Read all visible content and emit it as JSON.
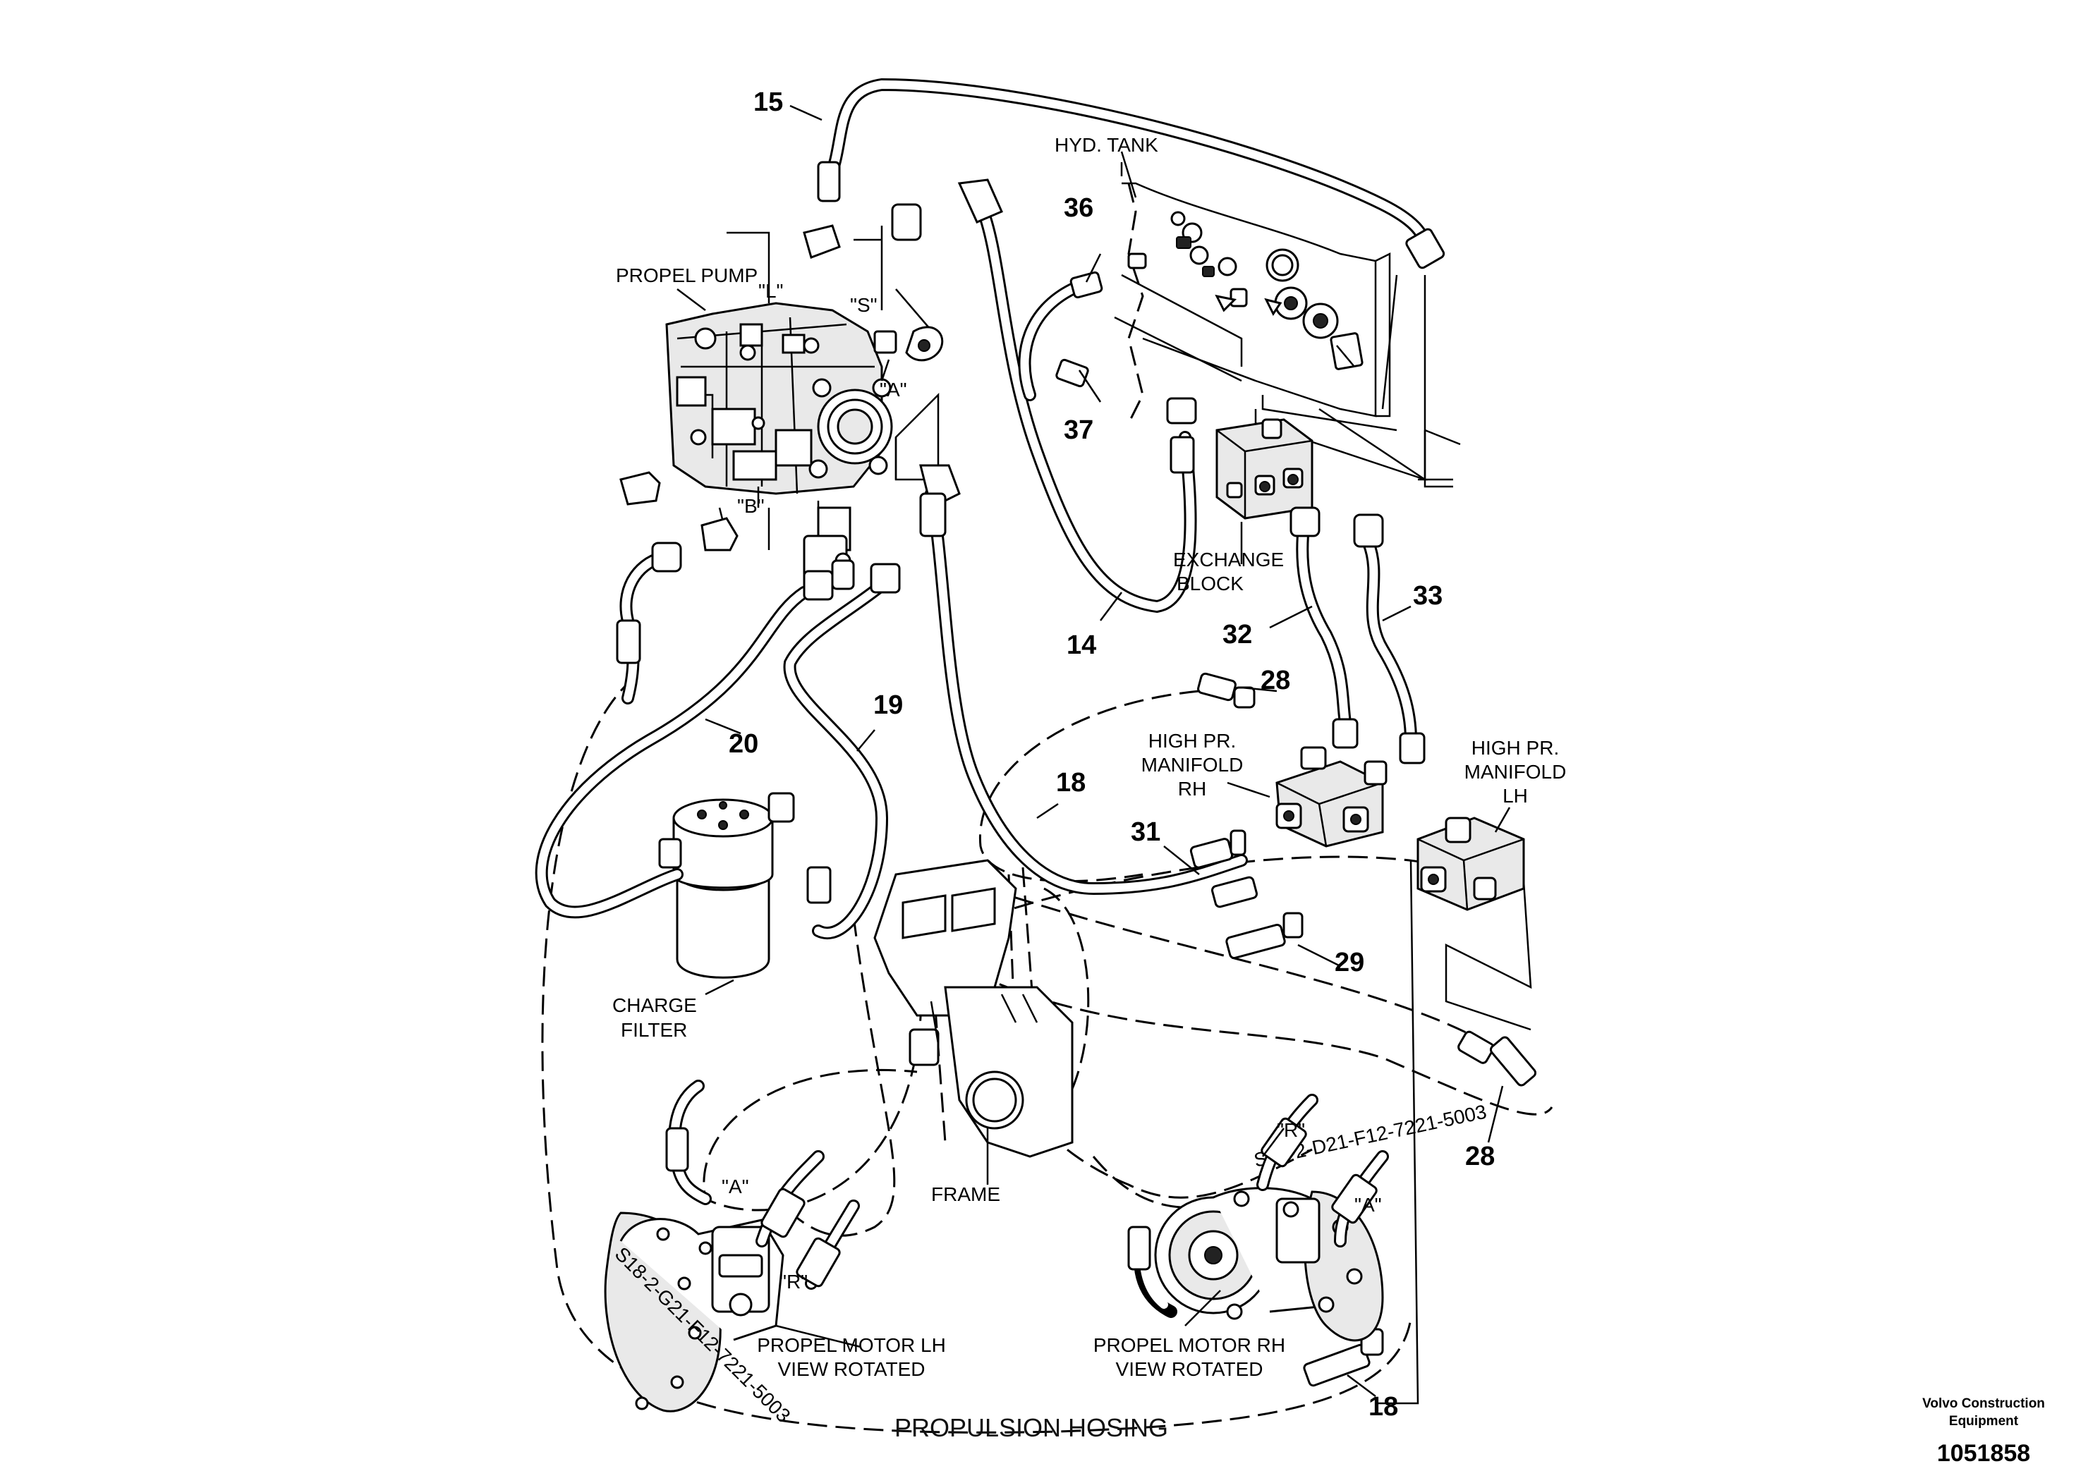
{
  "diagram": {
    "title": "PROPULSION HOSING",
    "credit_line1": "Volvo Construction",
    "credit_line2": "Equipment",
    "doc_number": "1051858"
  },
  "components": {
    "propel_pump": "PROPEL PUMP",
    "hyd_tank": "HYD. TANK",
    "exchange_block_line1": "EXCHANGE",
    "exchange_block_line2": "BLOCK",
    "manifold_rh_line1": "HIGH PR.",
    "manifold_rh_line2": "MANIFOLD",
    "manifold_rh_line3": "RH",
    "manifold_lh_line1": "HIGH PR.",
    "manifold_lh_line2": "MANIFOLD",
    "manifold_lh_line3": "LH",
    "charge_filter_line1": "CHARGE",
    "charge_filter_line2": "FILTER",
    "frame": "FRAME",
    "motor_lh_line1": "PROPEL MOTOR LH",
    "motor_lh_line2": "VIEW ROTATED",
    "motor_rh_line1": "PROPEL MOTOR RH",
    "motor_rh_line2": "VIEW ROTATED"
  },
  "ports": {
    "pump_l": "\"L\"",
    "pump_s": "\"S\"",
    "pump_a": "\"A\"",
    "pump_b": "\"B\"",
    "motor_lh_a": "\"A\"",
    "motor_lh_r": "\"R\"",
    "motor_rh_r": "\"R\"",
    "motor_rh_a": "\"A\""
  },
  "callouts": {
    "c15": "15",
    "c36": "36",
    "c37": "37",
    "c14": "14",
    "c32": "32",
    "c33": "33",
    "c28_top": "28",
    "c20": "20",
    "c19": "19",
    "c18_mid": "18",
    "c31": "31",
    "c29": "29",
    "c28_bottom": "28",
    "c18_bottom": "18"
  },
  "motor_markings": {
    "lh_text": "S18-2-G21-F12-7221-5003",
    "rh_text": "S18-2-D21-F12-7221-5003"
  }
}
